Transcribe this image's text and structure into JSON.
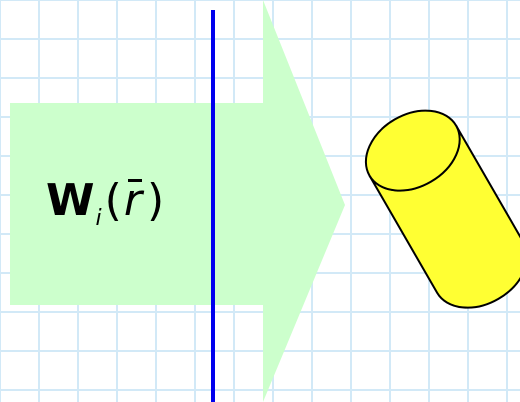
{
  "diagram": {
    "formula": {
      "symbol": "W",
      "subscript": "i",
      "open_paren": "(",
      "argument": "r",
      "close_paren": ")"
    },
    "elements": {
      "arrow": {
        "name": "incident-wave-arrow",
        "color": "#ccffcc"
      },
      "line": {
        "name": "reference-plane-line",
        "color": "#0000ee"
      },
      "cylinder": {
        "name": "yellow-cylinder",
        "color": "#ffff33",
        "outline": "#000000"
      }
    },
    "grid": {
      "shown": true,
      "color": "#d2e9f7"
    }
  }
}
